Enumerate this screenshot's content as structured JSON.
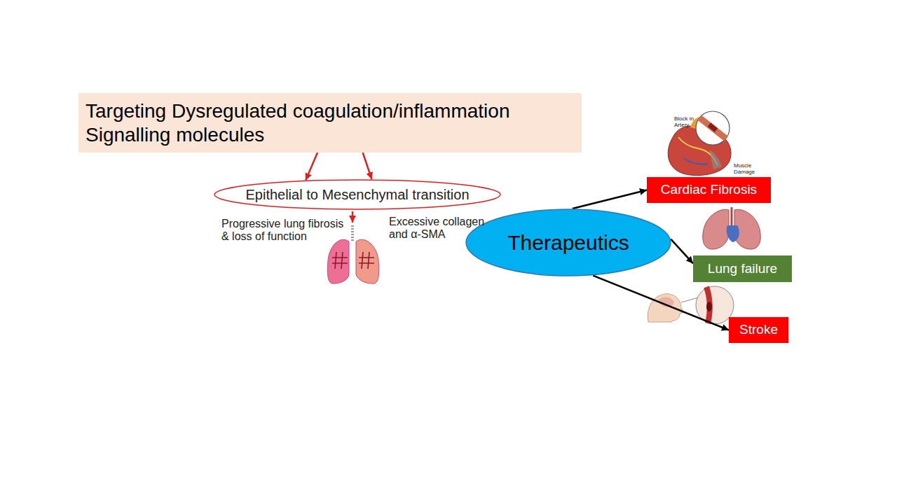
{
  "diagram": {
    "nodes": [
      {
        "text": [
          "Targeting Dysregulated coagulation/inflammation Signalling molecules"
        ]
      },
      {
        "text": [
          "Epithelial to Mesenchymal transition"
        ]
      },
      {
        "text": [
          "Therapeutics"
        ]
      },
      {
        "text": [
          "Cardiac Fibrosis"
        ]
      },
      {
        "text": [
          "Lung failure"
        ]
      },
      {
        "text": [
          "Stroke"
        ]
      }
    ],
    "edges": [
      {
        "from": 0,
        "to": 1,
        "arrow": "to"
      },
      {
        "from": 0,
        "to": 1,
        "arrow": "to"
      },
      {
        "from": 2,
        "to": 3,
        "arrow": "to"
      },
      {
        "from": 2,
        "to": 4,
        "arrow": "to"
      },
      {
        "from": 2,
        "to": 5,
        "arrow": "to"
      }
    ],
    "labels": [
      "Progressive lung fibrosis & loss of function",
      "Excessive collagen and α-SMA",
      "Block in Artery",
      "Muscle Damage"
    ]
  }
}
